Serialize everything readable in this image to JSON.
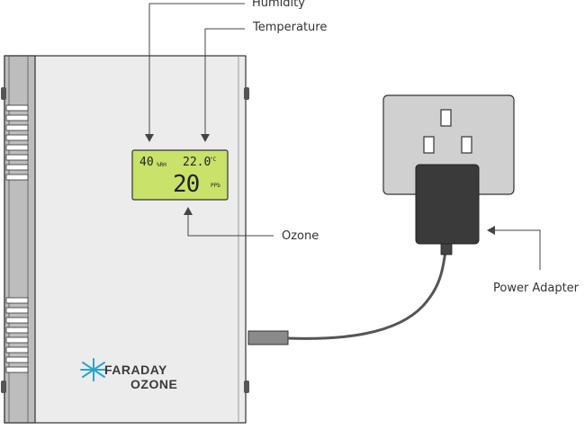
{
  "labels": {
    "humidity": "Humidity",
    "temperature": "Temperature",
    "ozone": "Ozone",
    "power_adapter": "Power Adapter"
  },
  "display": {
    "humidity_value": "40",
    "humidity_unit": "%RH",
    "temperature_value": "22.0",
    "temperature_unit": "°C",
    "ozone_value": "20",
    "ozone_unit": "PPb"
  },
  "brand": {
    "line1": "FARADAY",
    "line2": "OZONE"
  },
  "colors": {
    "lcd": "#c8e26a",
    "panel": "#ececec",
    "side_rail": "#bdbdbd",
    "outline": "#333333",
    "adapter": "#3a3a3a",
    "logo_accent": "#2aa6c8"
  }
}
